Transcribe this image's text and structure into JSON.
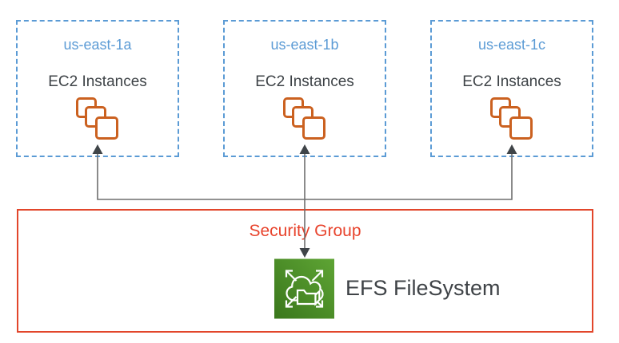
{
  "zones": [
    {
      "name": "us-east-1a",
      "instances_label": "EC2 Instances",
      "icon": "ec2-instances-icon"
    },
    {
      "name": "us-east-1b",
      "instances_label": "EC2 Instances",
      "icon": "ec2-instances-icon"
    },
    {
      "name": "us-east-1c",
      "instances_label": "EC2 Instances",
      "icon": "ec2-instances-icon"
    }
  ],
  "security_group": {
    "label": "Security Group"
  },
  "efs": {
    "label": "EFS FileSystem",
    "icon": "efs-icon"
  },
  "connections": [
    {
      "from": "efs",
      "to": "us-east-1a EC2 Instances",
      "style": "arrow"
    },
    {
      "from": "efs",
      "to": "us-east-1b EC2 Instances",
      "style": "double-arrow"
    },
    {
      "from": "efs",
      "to": "us-east-1c EC2 Instances",
      "style": "arrow"
    }
  ],
  "colors": {
    "zone_border": "#5B9BD5",
    "zone_title_text": "#5B9BD5",
    "ec2_icon_orange": "#CB6120",
    "security_group_red": "#E8432C",
    "efs_green_light": "#5EA434",
    "efs_green_dark": "#3A771C",
    "dark_text": "#3E4347",
    "connector_gray": "#6E6E6E",
    "arrowhead_gray": "#3F4448"
  }
}
